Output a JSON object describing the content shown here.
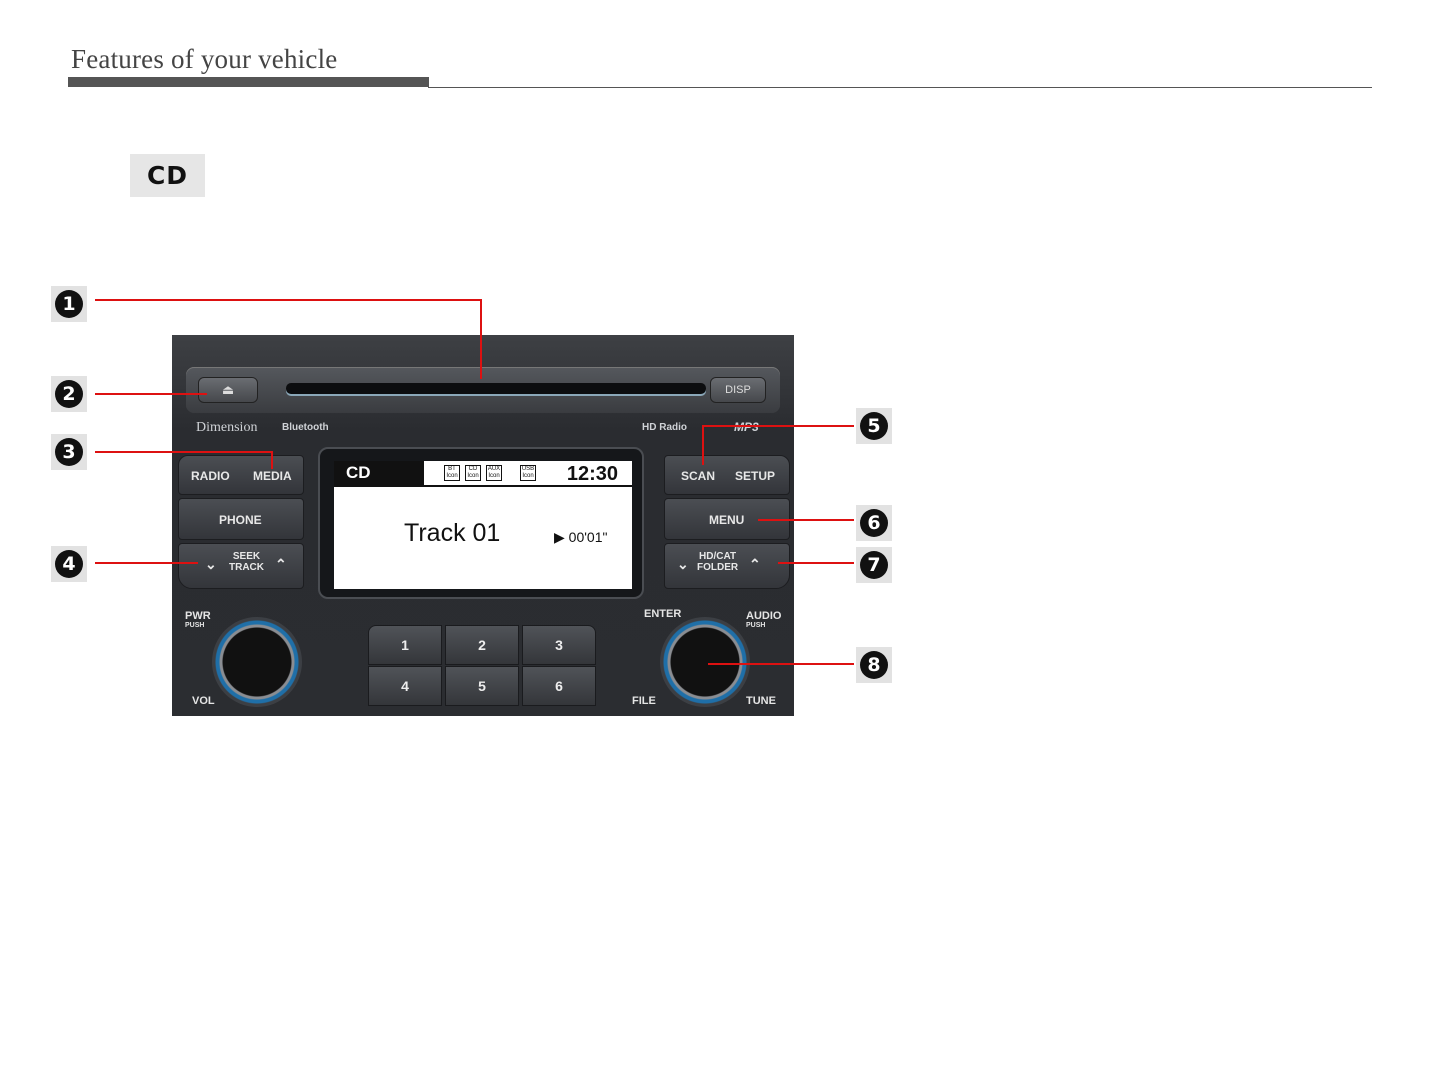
{
  "header": {
    "title": "Features of your vehicle"
  },
  "section": {
    "label": "CD"
  },
  "callouts": [
    "❶",
    "❷",
    "❸",
    "❹",
    "❺",
    "❻",
    "❼",
    "❽"
  ],
  "callout_digits": [
    "1",
    "2",
    "3",
    "4",
    "5",
    "6",
    "7",
    "8"
  ],
  "unit": {
    "eject_symbol": "⏏",
    "disp": "DISP",
    "brand_left": "Dimension",
    "brand_bt": "Bluetooth",
    "brand_right": "HD Radio",
    "brand_mp3": "MP3",
    "radio": "RADIO",
    "media": "MEDIA",
    "phone": "PHONE",
    "seek_track": [
      "SEEK",
      "TRACK"
    ],
    "scan": "SCAN",
    "setup": "SETUP",
    "menu": "MENU",
    "folder": [
      "HD/CAT",
      "FOLDER"
    ],
    "pwr": "PWR",
    "push": "PUSH",
    "vol": "VOL",
    "enter": "ENTER",
    "audio": "AUDIO",
    "file": "FILE",
    "tune": "TUNE",
    "presets": [
      "1",
      "2",
      "3",
      "4",
      "5",
      "6"
    ]
  },
  "screen": {
    "mode": "CD",
    "icons": [
      {
        "top": "BT",
        "bottom": "Icon"
      },
      {
        "top": "CD",
        "bottom": "Icon"
      },
      {
        "top": "AUX",
        "bottom": "Icon"
      },
      {
        "top": "USB",
        "bottom": "Icon"
      }
    ],
    "clock": "12:30",
    "track": "Track 01",
    "elapsed": "▶ 00'01\""
  }
}
